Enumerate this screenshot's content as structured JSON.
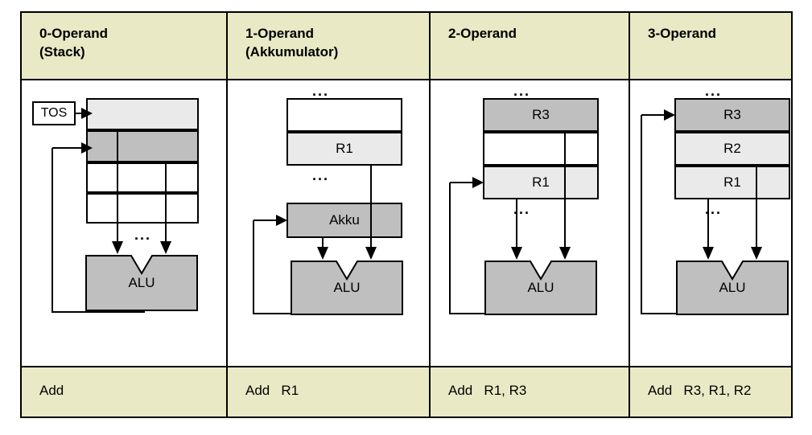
{
  "diagram": {
    "title_columns": 4,
    "colors": {
      "header_bg": "#e9e9c5",
      "footer_bg": "#e9e9c5",
      "cell_light": "#eaeaea",
      "cell_dark": "#bfbfbf",
      "cell_white": "#ffffff",
      "stroke": "#000000"
    },
    "ellipsis": "...",
    "alu_label": "ALU"
  },
  "columns": [
    {
      "header": "0-Operand\n(Stack)",
      "instruction": "Add",
      "pointer_label": "TOS",
      "memory_rows": [
        {
          "label": "",
          "fill": "light"
        },
        {
          "label": "",
          "fill": "dark"
        },
        {
          "label": "",
          "fill": "white"
        },
        {
          "label": "",
          "fill": "white"
        }
      ],
      "accumulator": null,
      "alu": "ALU",
      "dots_below": "..."
    },
    {
      "header": "1-Operand\n(Akkumulator)",
      "instruction": "Add   R1",
      "pointer_label": null,
      "dots_above": "...",
      "memory_rows": [
        {
          "label": "",
          "fill": "white"
        },
        {
          "label": "R1",
          "fill": "light"
        }
      ],
      "dots_below": "...",
      "accumulator": "Akku",
      "alu": "ALU"
    },
    {
      "header": "2-Operand",
      "instruction": "Add   R1, R3",
      "pointer_label": null,
      "dots_above": "...",
      "memory_rows": [
        {
          "label": "R3",
          "fill": "dark"
        },
        {
          "label": "",
          "fill": "white"
        },
        {
          "label": "R1",
          "fill": "light"
        }
      ],
      "dots_below": "...",
      "accumulator": null,
      "alu": "ALU"
    },
    {
      "header": "3-Operand",
      "instruction": "Add   R3, R1, R2",
      "pointer_label": null,
      "dots_above": "...",
      "memory_rows": [
        {
          "label": "R3",
          "fill": "dark"
        },
        {
          "label": "R2",
          "fill": "light"
        },
        {
          "label": "R1",
          "fill": "light"
        }
      ],
      "dots_below": "...",
      "accumulator": null,
      "alu": "ALU"
    }
  ]
}
